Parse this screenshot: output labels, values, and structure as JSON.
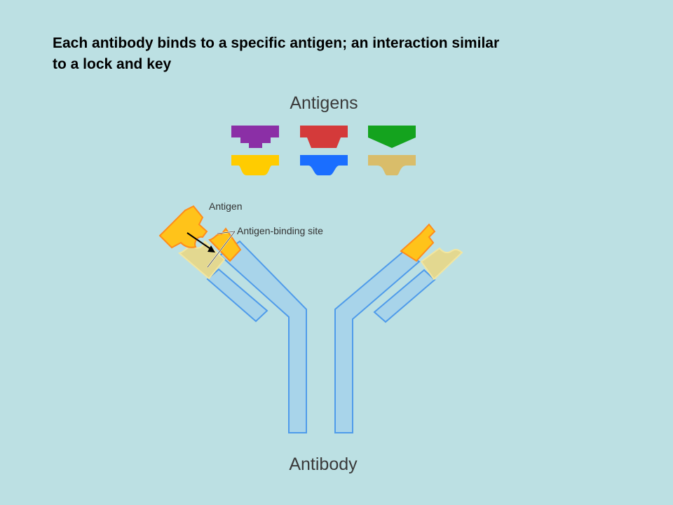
{
  "slide": {
    "caption_line1": "Each antibody binds to a specific antigen; an interaction similar",
    "caption_line2": "to a lock and key"
  },
  "diagram": {
    "antigens_title": "Antigens",
    "antibody_title": "Antibody",
    "label_antigen": "Antigen",
    "label_binding_site": "Antigen-binding site",
    "colors": {
      "background": "#bce0e3",
      "heavy_chain_fill": "#a8d4ea",
      "heavy_chain_stroke": "#4f9bea",
      "variable_region": "#ffc31a",
      "variable_region_stroke": "#ff8c1a",
      "light_variable": "#e3d890",
      "antigen_purple": "#8b2fa6",
      "antigen_red": "#d43a3a",
      "antigen_green": "#14a31e",
      "antigen_yellow": "#ffcc00",
      "antigen_blue": "#1a6eff",
      "antigen_tan": "#d9bd6a"
    }
  }
}
